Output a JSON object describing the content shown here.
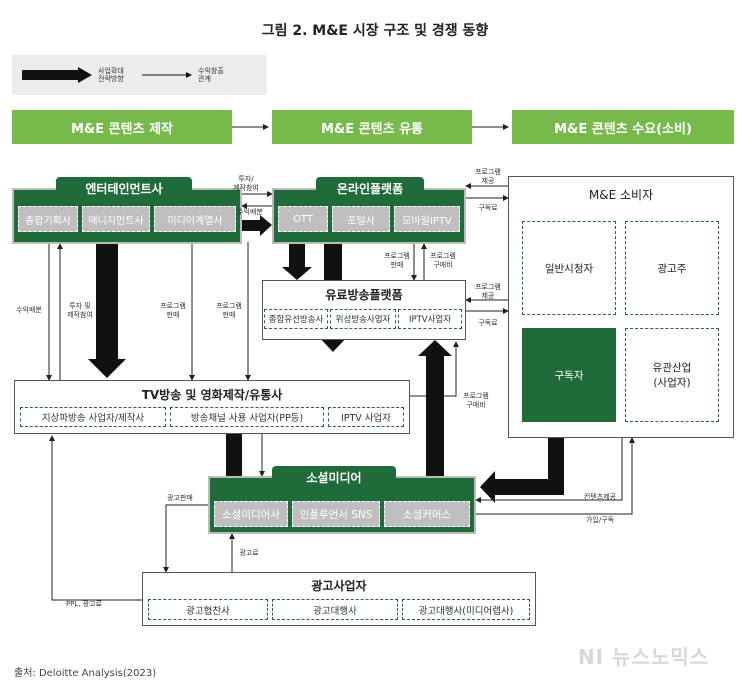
{
  "title": "그림 2. M&E 시장 구조 및 경쟁 동향",
  "legend": {
    "thick": [
      "사업확대",
      "전략방향"
    ],
    "thin": [
      "수익창출",
      "관계"
    ]
  },
  "stages": [
    "M&E 콘텐츠 제작",
    "M&E 콘텐츠 유통",
    "M&E 콘텐츠 수요(소비)"
  ],
  "entertainment": {
    "title": "엔터테인먼트사",
    "items": [
      "종합기획사",
      "매니지먼트사",
      "미디어계열사"
    ]
  },
  "online": {
    "title": "온라인플랫폼",
    "items": [
      "OTT",
      "포털사",
      "모바일IPTV"
    ]
  },
  "paid": {
    "title": "유료방송플랫폼",
    "items": [
      "종합유선방송사",
      "위성방송사업자",
      "IPTV사업자"
    ]
  },
  "tv": {
    "title": "TV방송 및 영화제작/유통사",
    "items": [
      "지상파방송 사업자/제작사",
      "방송채널 사용 사업자(PP등)",
      "IPTV 사업자"
    ]
  },
  "social": {
    "title": "소셜미디어",
    "items": [
      "소셜미디어사",
      "인플루언서 SNS",
      "소셜커머스"
    ]
  },
  "ad": {
    "title": "광고사업자",
    "items": [
      "광고협찬사",
      "광고대행사",
      "광고대행사(미디어렙사)"
    ]
  },
  "consumer": {
    "title": "M&E 소비자",
    "items": [
      "일반시청자",
      "광고주",
      "구독자",
      "유관산업\n(사업자)"
    ]
  },
  "labels": {
    "invest_top": [
      "투자/",
      "제작참여"
    ],
    "revenue_dist_top": "수익배분",
    "program_supply_1": [
      "프로그램",
      "제공"
    ],
    "subscription_1": "구독료",
    "program_sale_1": [
      "프로그램",
      "판매"
    ],
    "program_buy_1": [
      "프로그램",
      "구매비"
    ],
    "program_supply_2": [
      "프로그램",
      "제공"
    ],
    "subscription_2": "구독료",
    "revenue_dist_left": "수익배분",
    "invest_left": [
      "투자 및",
      "제작참여"
    ],
    "program_sale_left": [
      "프로그램",
      "판매"
    ],
    "program_sale_mid": [
      "프로그램",
      "판매"
    ],
    "program_buy_2": [
      "프로그램",
      "구매비"
    ],
    "ad_sales": "광고판매",
    "ad_fee": "광고료",
    "ppl": "PPL, 광고료",
    "content_supply": "컨텐츠제공",
    "join_subscribe": "가입/구독"
  },
  "source": "출처: Deloitte Analysis(2023)",
  "watermark": "NI 뉴스노믹스",
  "colors": {
    "dark_green": "#1f6b3a",
    "light_green": "#77b94a",
    "gray": "#bfbfbf"
  }
}
